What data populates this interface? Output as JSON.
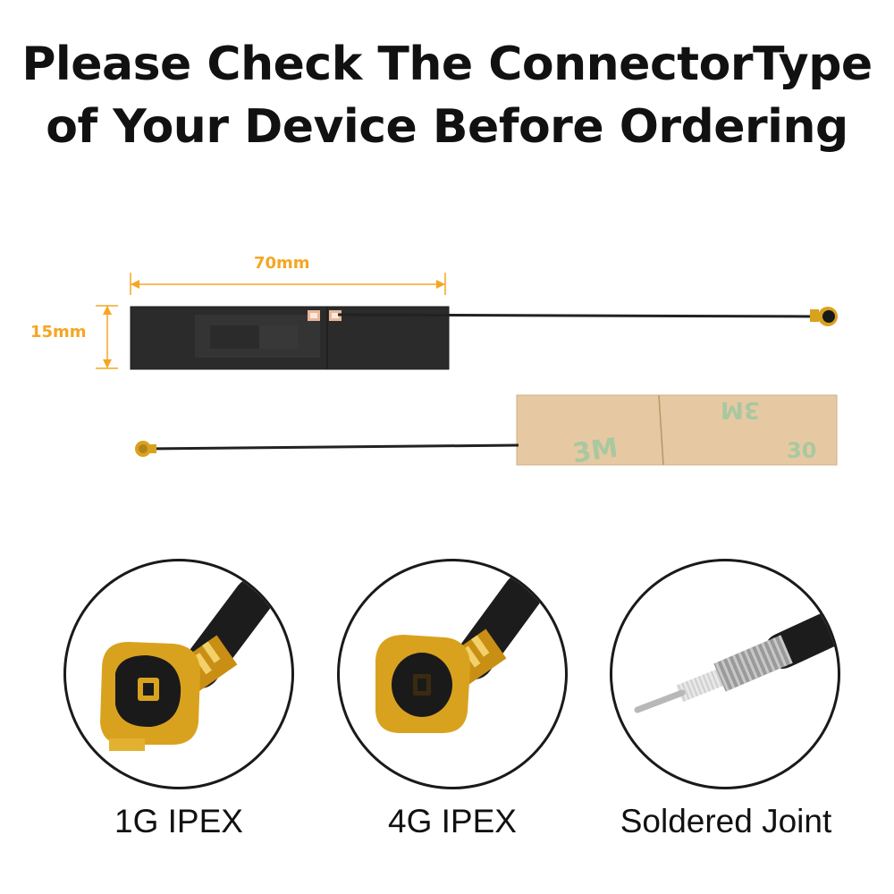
{
  "headline": {
    "line1": "Please Check The ConnectorType",
    "line2": "of Your Device Before Ordering"
  },
  "dimensions": {
    "width_label": "70mm",
    "height_label": "15mm",
    "accent_color": "#f5a623"
  },
  "connectors": [
    {
      "caption": "1G IPEX",
      "icon": "ipex-1g-connector-icon"
    },
    {
      "caption": "4G IPEX",
      "icon": "ipex-4g-connector-icon"
    },
    {
      "caption": "Soldered Joint",
      "icon": "soldered-joint-icon"
    }
  ],
  "colors": {
    "antenna_body": "#2b2b2b",
    "antenna_trace": "#3a3a3a",
    "cable": "#222222",
    "gold": "#d9a21e",
    "adhesive_tape": "#e6c9a2",
    "tape_print": "#a9c8a0"
  }
}
